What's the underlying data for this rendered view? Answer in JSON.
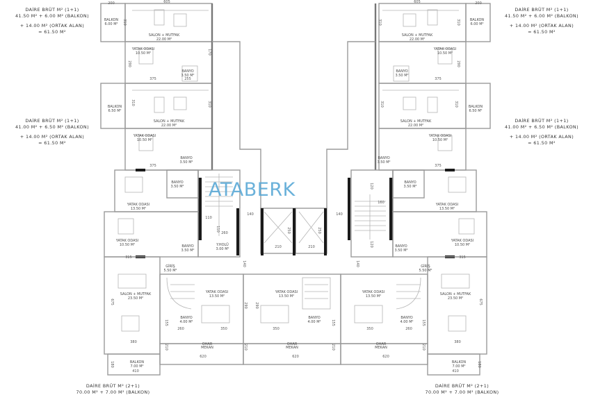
{
  "area_blocks": {
    "top_left": [
      "DAİRE BRÜT M² (1+1)",
      "41.50 M² + 6.00 M² (BALKON)",
      "+ 14.00 M² (ORTAK ALAN)",
      "= 61.50 M²"
    ],
    "top_right": [
      "DAİRE BRÜT M² (1+1)",
      "41.50 M² + 6.00 M² (BALKON)",
      "+ 14.00 M² (ORTAK ALAN)",
      "= 61.50 M²"
    ],
    "mid_left": [
      "DAİRE BRÜT M² (1+1)",
      "41.00 M² + 6.50 M² (BALKON)",
      "+ 14.00 M² (ORTAK ALAN)",
      "= 61.50 M²"
    ],
    "mid_right": [
      "DAİRE BRÜT M² (1+1)",
      "41.00 M² + 6.50 M² (BALKON)",
      "+ 14.00 M² (ORTAK ALAN)",
      "= 61.50 M²"
    ],
    "bottom_left": [
      "DAİRE BRÜT M² (2+1)",
      "70.00 M² + 7.00 M² (BALKON)"
    ],
    "bottom_right": [
      "DAİRE BRÜT M² (2+1)",
      "70.00 M² + 7.00 M² (BALKON)"
    ]
  },
  "logo": {
    "text": "ATABERK"
  },
  "rooms": {
    "salon_mutfak": "SALON + MUTFAK",
    "salon_22": "22.00 M²",
    "salon_23": "23.50 M²",
    "balkon": "BALKON",
    "balkon_600": "6.00 M²",
    "balkon_650": "6.50 M²",
    "balkon_700": "7.00 M²",
    "yatak_odasi": "YATAK ODASI",
    "yatak_1050": "10.50 M²",
    "yatak_1350": "13.50 M²",
    "banyo": "BANYO",
    "banyo_350": "3.50 M²",
    "banyo_400": "4.00 M²",
    "giris": "GİRİŞ",
    "giris_550": "5.50 M²",
    "y_holu": "Y.HOLÜ",
    "y_holu_area": "3.00 M²",
    "ohar": "OHAR",
    "mekan": "MEKAN"
  },
  "dims": {
    "d605": "605",
    "d200": "200",
    "d310": "310",
    "d170": "170",
    "d290": "290",
    "d375": "375",
    "d255": "255",
    "d110": "110",
    "d140": "140",
    "d210": "210",
    "d250": "250",
    "d160": "160",
    "d120": "120",
    "d315": "315",
    "d675": "675",
    "d155": "155",
    "d260": "260",
    "d350": "350",
    "d380": "380",
    "d620": "620",
    "d410": "410",
    "d180": "180"
  }
}
